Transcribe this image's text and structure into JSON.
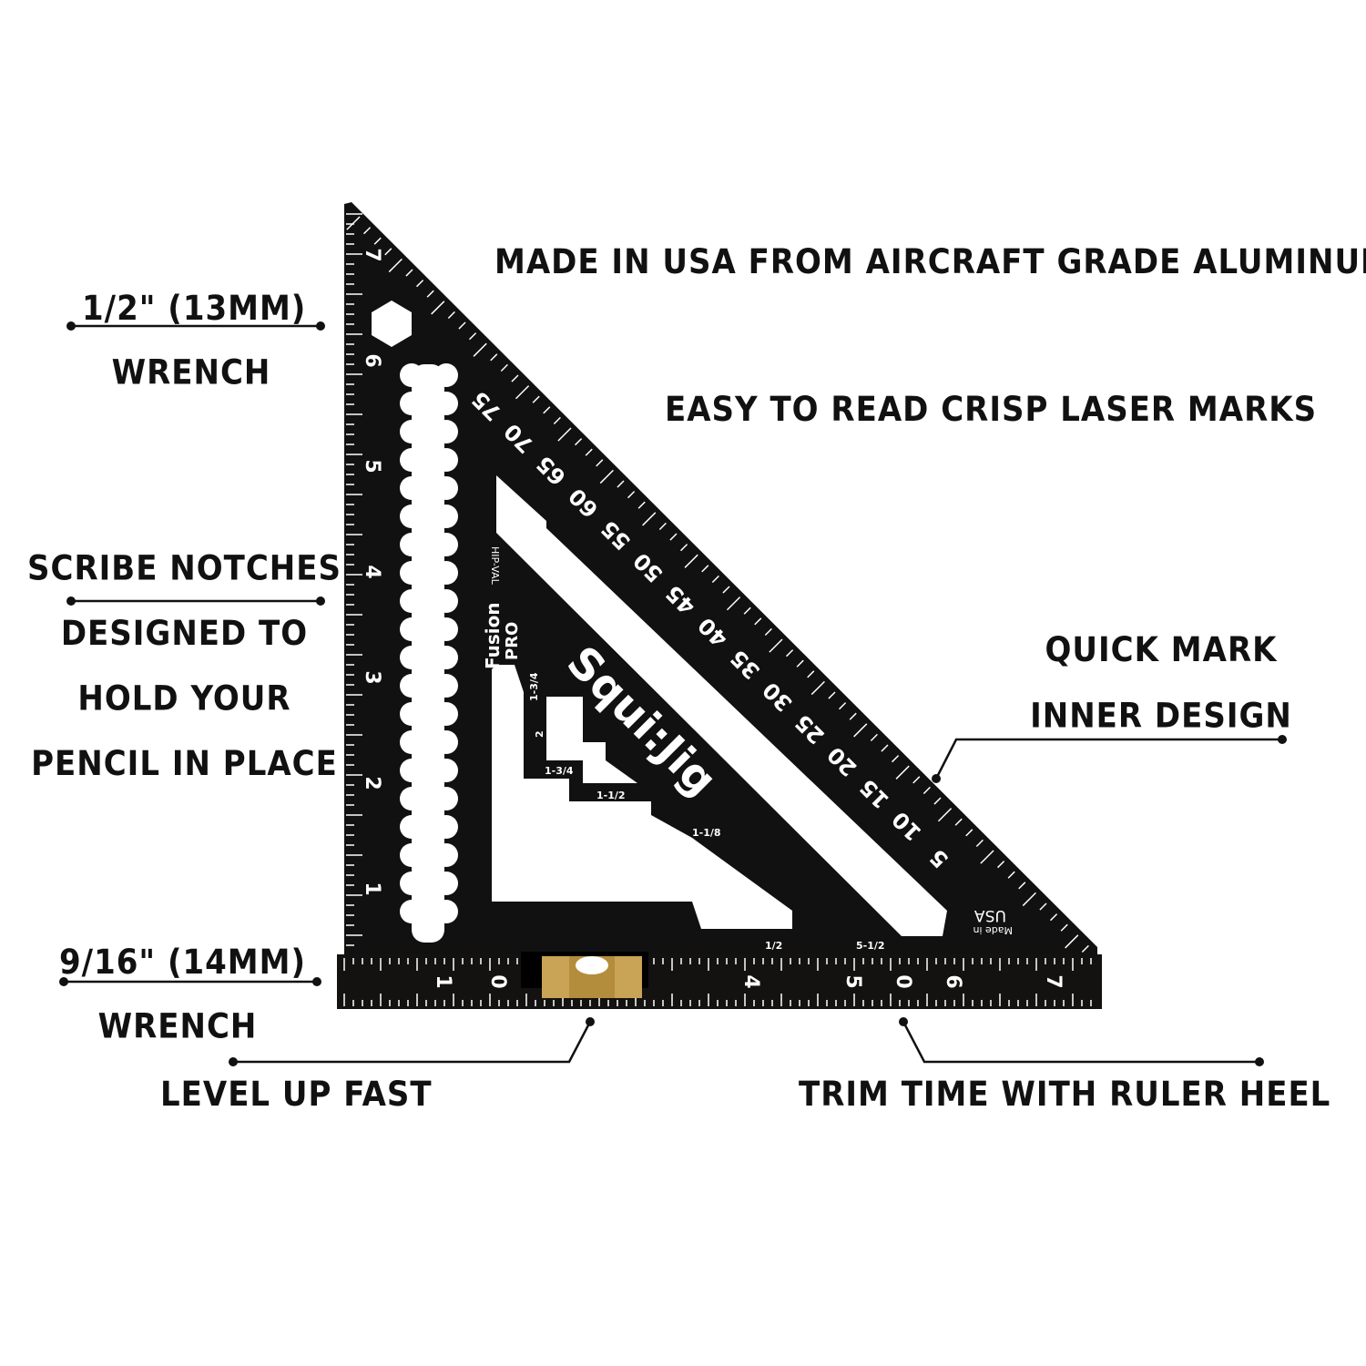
{
  "callouts": {
    "made_in_usa": "MADE IN USA FROM AIRCRAFT GRADE ALUMINUM",
    "laser_marks": "EASY TO READ CRISP LASER MARKS",
    "wrench_half": [
      "1/2\" (13MM)",
      "WRENCH"
    ],
    "scribe": [
      "SCRIBE NOTCHES",
      "DESIGNED TO",
      "HOLD YOUR",
      "PENCIL IN PLACE"
    ],
    "quick_mark": [
      "QUICK MARK",
      "INNER DESIGN"
    ],
    "wrench_916": [
      "9/16\" (14MM)",
      "WRENCH"
    ],
    "level": "LEVEL UP FAST",
    "ruler_heel": "TRIM TIME WITH RULER HEEL"
  },
  "product": {
    "brand": "Squi:Jig",
    "line": "Fusion",
    "line_sub": "PRO",
    "made_in": "Made in",
    "usa": "USA",
    "hip_val": "HIP-VAL",
    "hypotenuse_degrees": [
      "75",
      "70",
      "65",
      "60",
      "55",
      "50",
      "45",
      "40",
      "35",
      "30",
      "25",
      "20",
      "15",
      "10",
      "5"
    ],
    "left_inches": [
      "7",
      "6",
      "5",
      "4",
      "3",
      "2",
      "1"
    ],
    "heel_inches": [
      "1",
      "0",
      "4",
      "5",
      "0",
      "6",
      "7"
    ],
    "inner_labels": [
      "1-3/4",
      "2",
      "1-3/4",
      "1-1/2",
      "1-1/8",
      "5-1/2",
      "1/2"
    ]
  },
  "colors": {
    "body": "#111111",
    "marks": "#ffffff",
    "vial": "#c9a457"
  }
}
